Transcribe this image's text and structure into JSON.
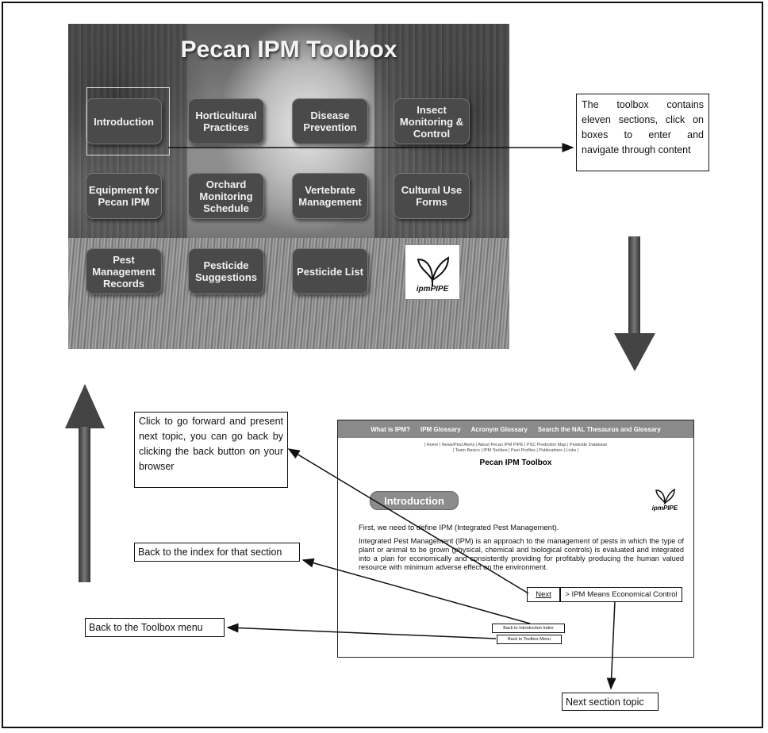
{
  "toolbox": {
    "title": "Pecan IPM Toolbox",
    "buttons": [
      {
        "label": "Introduction"
      },
      {
        "label": "Horticultural Practices"
      },
      {
        "label": "Disease Prevention"
      },
      {
        "label": "Insect Monitoring & Control"
      },
      {
        "label": "Equipment for Pecan IPM"
      },
      {
        "label": "Orchard Monitoring Schedule"
      },
      {
        "label": "Vertebrate Management"
      },
      {
        "label": "Cultural Use Forms"
      },
      {
        "label": "Pest Management Records"
      },
      {
        "label": "Pesticide Suggestions"
      },
      {
        "label": "Pesticide List"
      }
    ],
    "logo_text": "ipmPIPE"
  },
  "callouts": {
    "toolbox_info": "The toolbox contains eleven sections, click on boxes to enter and navigate through content",
    "forward_info": "Click to go forward and present next topic, you can go back by clicking the back button on your browser",
    "back_index": "Back to the index for that section",
    "back_toolbox": "Back to the Toolbox menu",
    "next_section": "Next section topic"
  },
  "screenshot": {
    "nav": [
      "What is IPM?",
      "IPM Glossary",
      "Acronym Glossary",
      "Search the NAL Thesaurus and Glossary"
    ],
    "links_line1": "| Home | News/Pest Alerts | About Pecan IPM PIPE | PSC Prediction Map | Pesticide Database",
    "links_line2": "| Team Basics | IPM Toolbox | Pest Profiles | Publications | Links |",
    "page_title": "Pecan IPM Toolbox",
    "intro_label": "Introduction",
    "p1": "First, we need to define IPM (Integrated Pest Management).",
    "p2": "Integrated Pest Management (IPM) is an approach to the management of pests in which the type of plant or animal to be grown (physical, chemical and biological controls) is evaluated and integrated into a plan for economically and consistently providing for profitably producing the human valued resource with minimum adverse effect on the environment.",
    "next_link": "Next",
    "next_topic": "> IPM Means Economical Control",
    "back_intro_btn": "Back to Introduction Index",
    "back_toolbox_btn": "Back to Toolbox Menu",
    "logo_text": "ipmPIPE"
  }
}
